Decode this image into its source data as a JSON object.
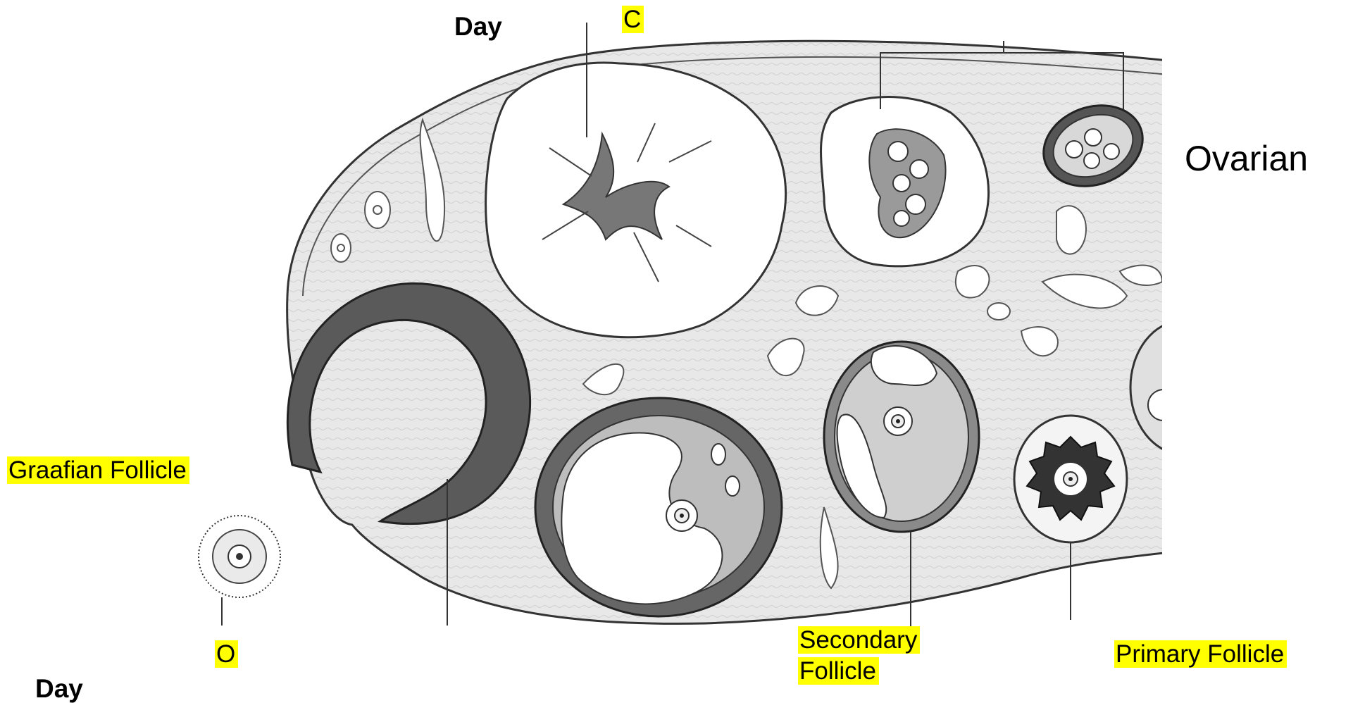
{
  "labels": {
    "corpus": "C",
    "day_top": "Day",
    "title_partial": "Ovarian",
    "graafian": "Graafian Follicle",
    "ovum": "O",
    "day_bottom": "Day",
    "secondary_line1": "Secondary",
    "secondary_line2": "Follicle",
    "primary": "Primary Follicle"
  },
  "colors": {
    "highlight": "#ffff00",
    "ink": "#2a2a2a",
    "shade": "#5a5a5a"
  }
}
